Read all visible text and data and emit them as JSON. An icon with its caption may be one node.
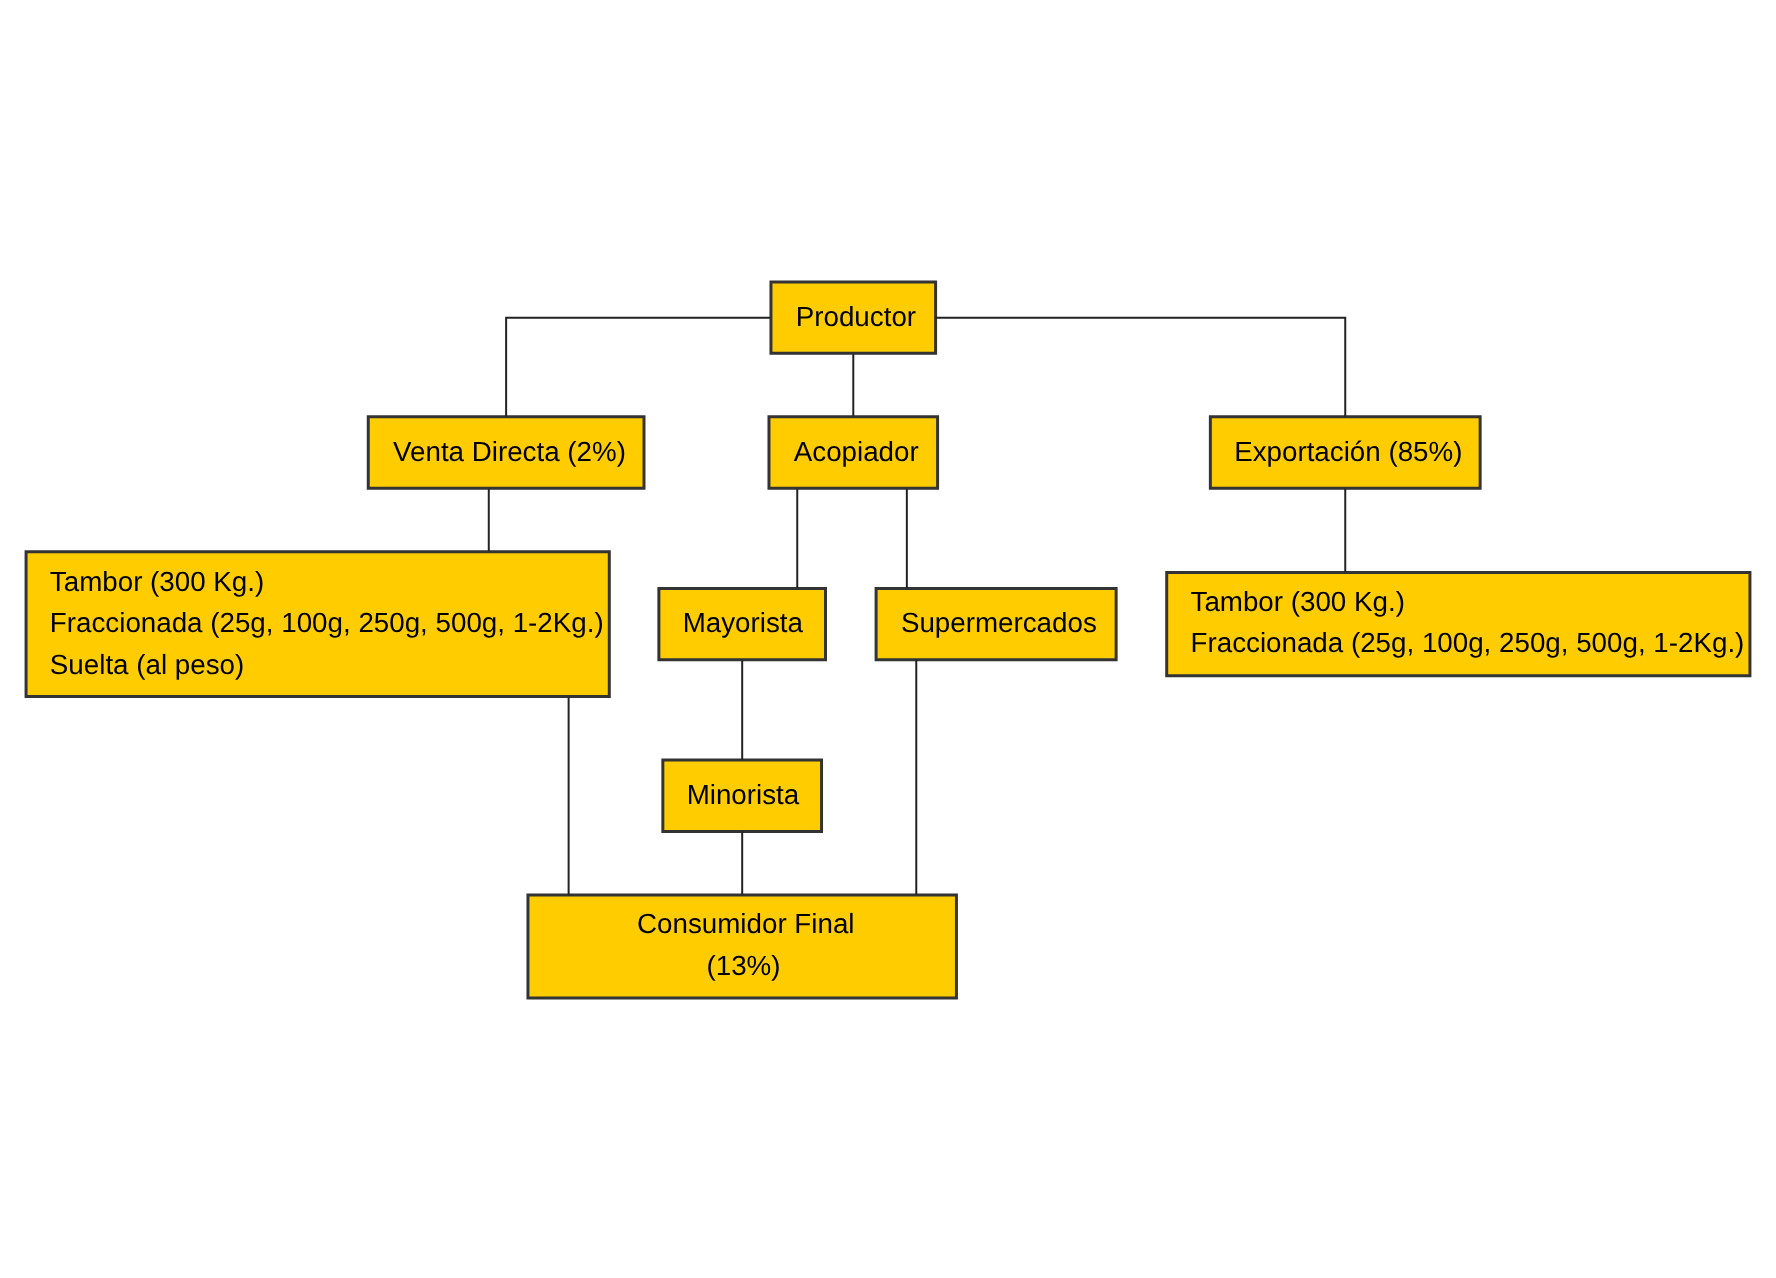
{
  "diagram": {
    "nodes": [
      {
        "text": [
          "Productor"
        ]
      },
      {
        "text": [
          "Venta Directa (2%)"
        ]
      },
      {
        "text": [
          "Acopiador"
        ]
      },
      {
        "text": [
          "Exportación (85%)"
        ]
      },
      {
        "text": [
          "Tambor (300 Kg.)",
          "Fraccionada (25g, 100g, 250g, 500g, 1-2Kg.)",
          "Suelta (al peso)"
        ]
      },
      {
        "text": [
          "Mayorista"
        ]
      },
      {
        "text": [
          "Supermercados"
        ]
      },
      {
        "text": [
          "Tambor (300 Kg.)",
          "Fraccionada (25g, 100g, 250g, 500g, 1-2Kg.)"
        ]
      },
      {
        "text": [
          "Minorista"
        ]
      },
      {
        "text": [
          "Consumidor Final",
          "(13%)"
        ]
      }
    ],
    "edges": [
      {
        "from": 0,
        "to": 1,
        "arrow": "none"
      },
      {
        "from": 0,
        "to": 2,
        "arrow": "none"
      },
      {
        "from": 0,
        "to": 3,
        "arrow": "none"
      },
      {
        "from": 1,
        "to": 4,
        "arrow": "none"
      },
      {
        "from": 3,
        "to": 7,
        "arrow": "none"
      },
      {
        "from": 2,
        "to": 5,
        "arrow": "none"
      },
      {
        "from": 2,
        "to": 6,
        "arrow": "none"
      },
      {
        "from": 5,
        "to": 8,
        "arrow": "none"
      },
      {
        "from": 8,
        "to": 9,
        "arrow": "none"
      },
      {
        "from": 6,
        "to": 9,
        "arrow": "none"
      },
      {
        "from": 4,
        "to": 9,
        "arrow": "none"
      }
    ]
  }
}
